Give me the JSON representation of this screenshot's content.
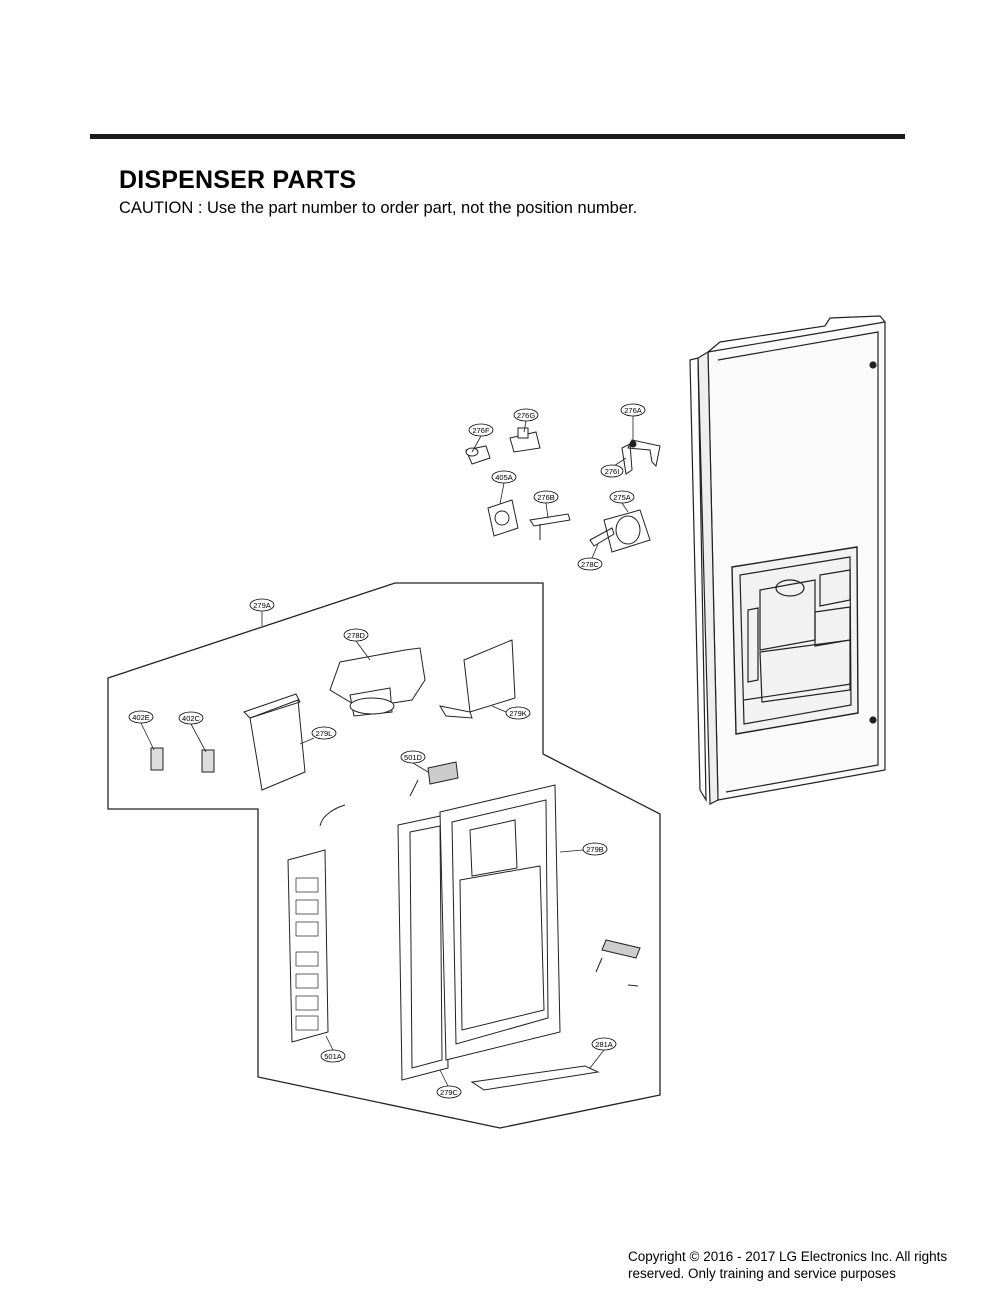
{
  "header": {
    "title": "DISPENSER PARTS",
    "caution": "CAUTION : Use the part number to order part, not the position number."
  },
  "footer": {
    "copyright_line1": "Copyright © 2016 - 2017 LG Electronics Inc. All rights",
    "copyright_line2": "reserved. Only training and service purposes"
  },
  "callouts": {
    "p276A": "276A",
    "p276G": "276G",
    "p276F": "276F",
    "p276I": "276I",
    "p405A": "405A",
    "p276B": "276B",
    "p275A": "275A",
    "p278C": "278C",
    "p279A": "279A",
    "p278D": "278D",
    "p279K": "279K",
    "p402E": "402E",
    "p402C": "402C",
    "p279L": "279L",
    "p501D": "501D",
    "p279B": "279B",
    "p501A": "501A",
    "p281A": "281A",
    "p279C": "279C"
  }
}
